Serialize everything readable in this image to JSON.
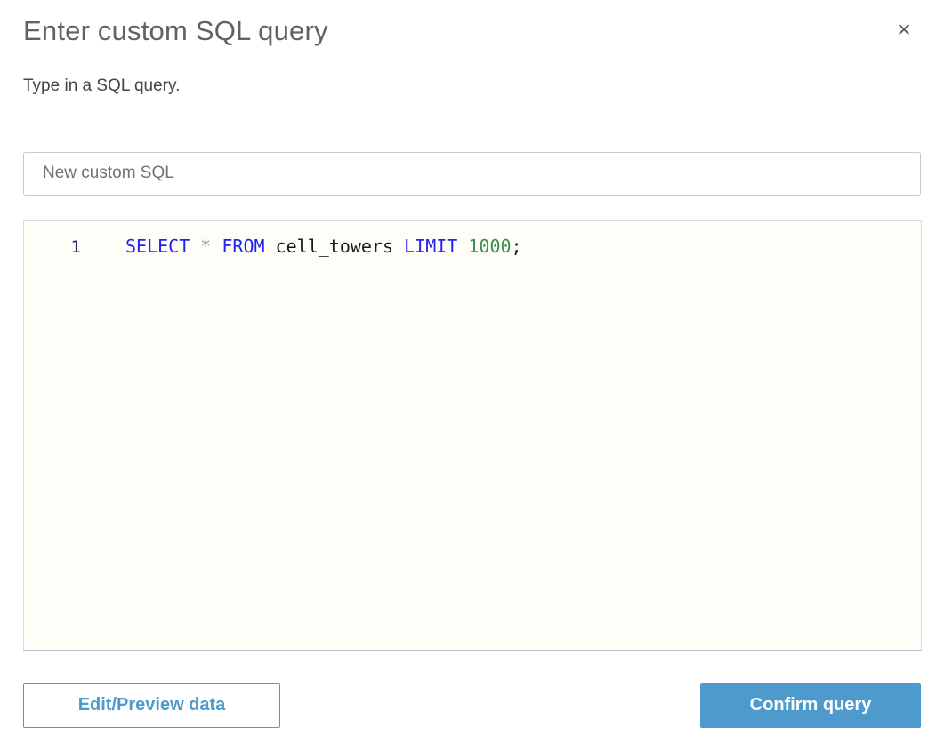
{
  "dialog": {
    "title": "Enter custom SQL query",
    "subtitle": "Type in a SQL query.",
    "close_icon": "×"
  },
  "name_input": {
    "value": "New custom SQL"
  },
  "editor": {
    "lines": [
      {
        "number": "1",
        "tokens": [
          {
            "type": "keyword",
            "text": "SELECT"
          },
          {
            "type": "plain",
            "text": " "
          },
          {
            "type": "operator",
            "text": "*"
          },
          {
            "type": "plain",
            "text": " "
          },
          {
            "type": "keyword",
            "text": "FROM"
          },
          {
            "type": "plain",
            "text": " cell_towers "
          },
          {
            "type": "keyword",
            "text": "LIMIT"
          },
          {
            "type": "plain",
            "text": " "
          },
          {
            "type": "number",
            "text": "1000"
          },
          {
            "type": "plain",
            "text": ";"
          }
        ]
      }
    ]
  },
  "buttons": {
    "edit_preview": "Edit/Preview data",
    "confirm": "Confirm query"
  },
  "colors": {
    "accent_blue": "#4f9acc",
    "editor_bg": "#fffdf7",
    "line_number": "#232d6e",
    "tokens": {
      "keyword": "#2323f0",
      "operator": "#8c96af",
      "number": "#3c8c50",
      "plain": "#16191f"
    }
  }
}
